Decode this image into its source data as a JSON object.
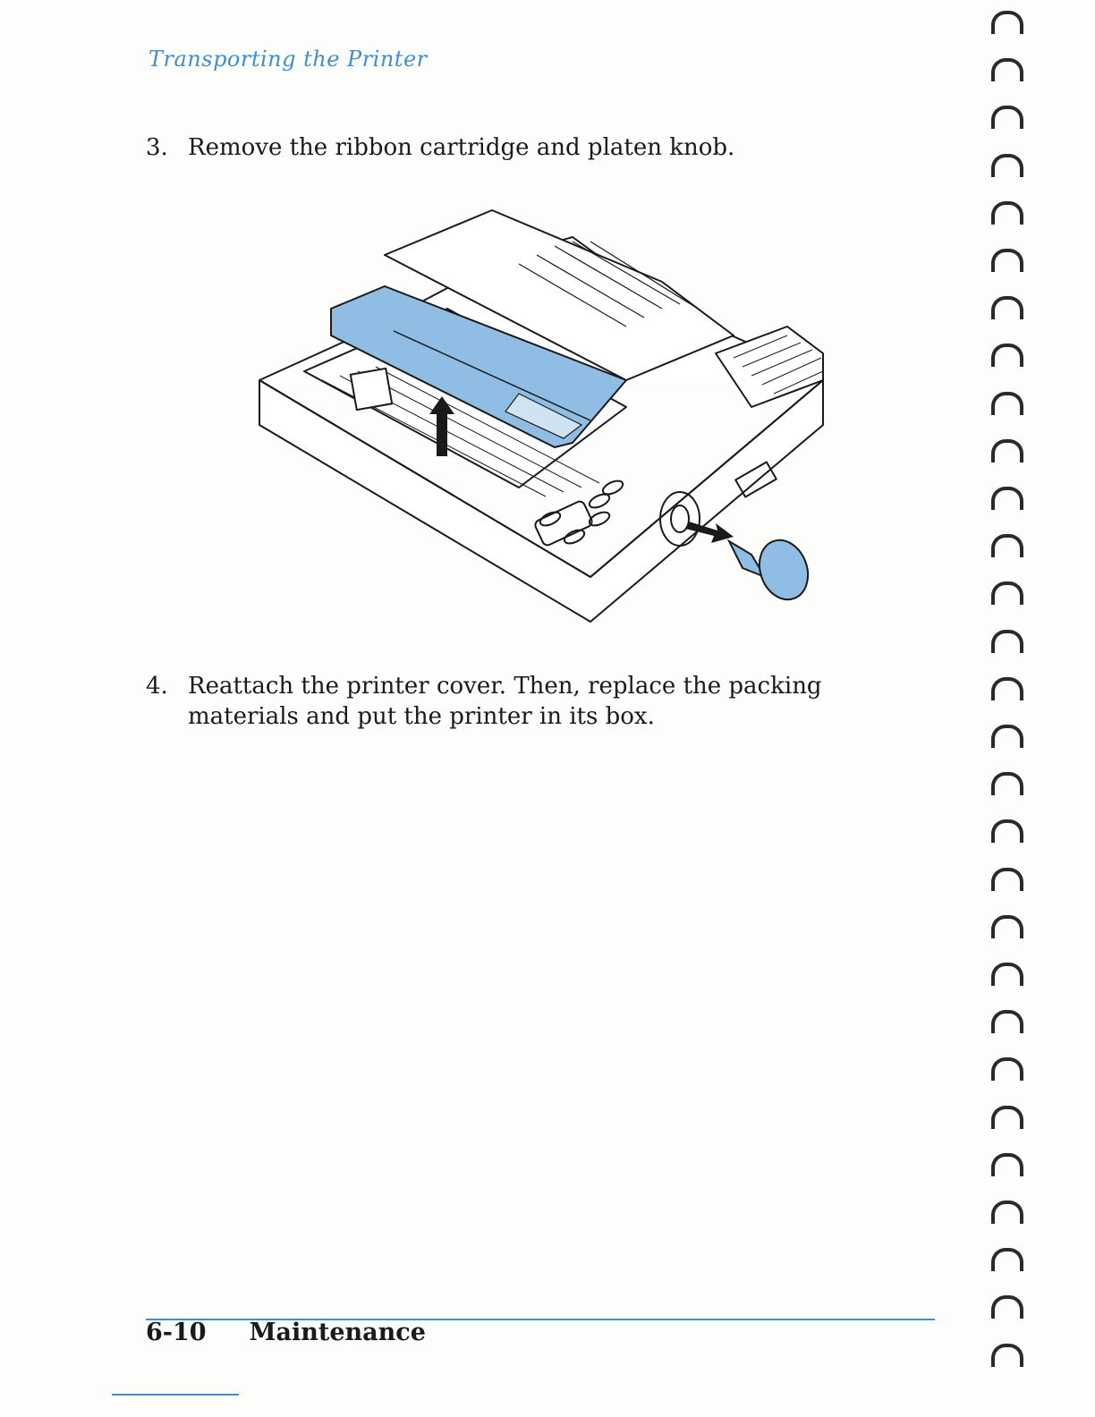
{
  "header": {
    "title": "Transporting the Printer"
  },
  "steps": [
    {
      "number": "3.",
      "text": "Remove the ribbon cartridge and platen knob."
    },
    {
      "number": "4.",
      "text": "Reattach the printer cover. Then, replace the packing materials and put the printer in its box."
    }
  ],
  "figure": {
    "icon": "printer-ribbon-platen-knob-illustration",
    "accent_color": "#8fbde3"
  },
  "footer": {
    "page_number": "6-10",
    "section": "Maintenance"
  },
  "colors": {
    "accent": "#3f8fd0",
    "text": "#1a1a1a"
  }
}
